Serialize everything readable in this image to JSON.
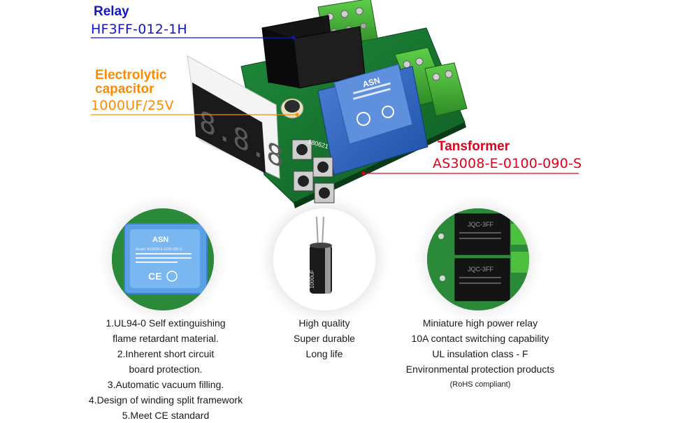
{
  "callouts": {
    "relay": {
      "title": "Relay",
      "model": "HF3FF-012-1H",
      "color": "#1414c8"
    },
    "capacitor": {
      "title_line1": "Electrolytic",
      "title_line2": "capacitor",
      "spec": "1000UF/25V",
      "color": "#ff8a00"
    },
    "transformer": {
      "title": "Tansformer",
      "model": "AS3008-E-0100-090-S",
      "color": "#e0001a"
    }
  },
  "features": {
    "transformer": [
      "1.UL94-0 Self extinguishing",
      "flame retardant material.",
      "2.Inherent short circuit",
      "board protection.",
      "3.Automatic vacuum filling.",
      "4.Design of winding split framework",
      "5.Meet CE standard"
    ],
    "capacitor": [
      "High quality",
      "Super durable",
      "Long life"
    ],
    "relay": [
      "Miniature high power relay",
      "10A contact switching capability",
      "UL insulation class - F",
      "Environmental protection products"
    ],
    "relay_note": "(RoHS compliant)"
  },
  "board": {
    "transformer_brand": "ASN",
    "date_code": "180621"
  },
  "zoom_transformer": {
    "brand": "ASN",
    "model_line": "Model: AS3008-E-0100-090-S"
  },
  "zoom_relay": {
    "label_top": "JQC-3FF",
    "label_bottom": "JQC-3FF"
  }
}
